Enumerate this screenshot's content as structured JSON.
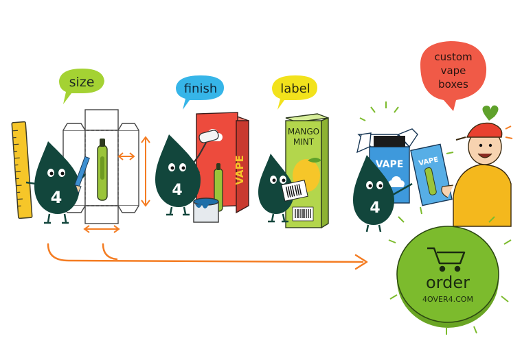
{
  "bubbles": {
    "size": "size",
    "finish": "finish",
    "label": "label",
    "custom_line1": "custom",
    "custom_line2": "vape",
    "custom_line3": "boxes"
  },
  "mascot_number": "4",
  "box_red_text": "VAPE",
  "box_green_line1": "MANGO",
  "box_green_line2": "MINT",
  "box_blue_text": "VAPE",
  "order": {
    "label": "order",
    "url": "4OVER4.COM"
  },
  "colors": {
    "size_bubble": "#a4d233",
    "finish_bubble": "#36b5e8",
    "label_bubble": "#f2e21c",
    "custom_bubble": "#f05a47",
    "mascot": "#12463c",
    "arrow": "#f47c22",
    "order_button": "#7cbb2d"
  },
  "icons": [
    "ruler-icon",
    "pencil-icon",
    "paint-roller-icon",
    "paint-can-icon",
    "barcode-icon",
    "heart-icon",
    "cart-icon"
  ]
}
